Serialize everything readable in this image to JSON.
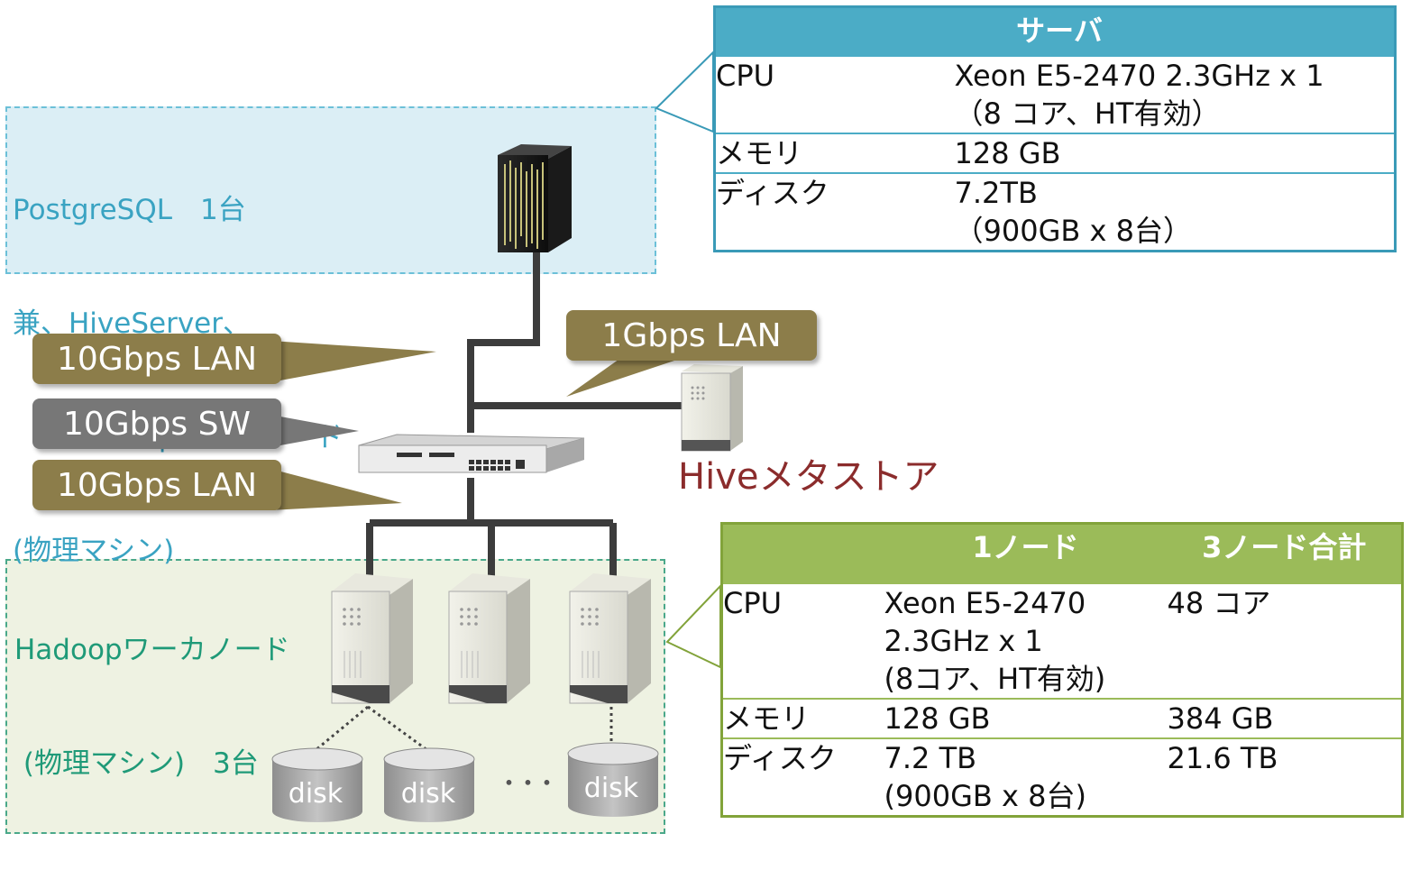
{
  "master_node": {
    "lines": [
      "PostgreSQL　1台",
      "兼、HiveServer、",
      "　　Hadoopマスタノード",
      "(物理マシン)"
    ]
  },
  "worker_nodes": {
    "lines": [
      "Hadoopワーカノード",
      " (物理マシン)　3台"
    ]
  },
  "callouts": {
    "lan_top": "10Gbps LAN",
    "switch": "10Gbps SW",
    "lan_bottom": "10Gbps LAN",
    "lan_1g": "1Gbps LAN"
  },
  "hive_metastore": "Hiveメタストア",
  "disks": {
    "label": "disk",
    "ellipsis": "･･･"
  },
  "server_table": {
    "header": "サーバ",
    "rows": [
      {
        "label": "CPU",
        "value": [
          "Xeon E5-2470 2.3GHz x 1",
          "（8 コア、HT有効）"
        ]
      },
      {
        "label": "メモリ",
        "value": [
          "128 GB"
        ]
      },
      {
        "label": "ディスク",
        "value": [
          "7.2TB",
          "（900GB x 8台）"
        ]
      }
    ]
  },
  "node_table": {
    "headers": [
      "",
      "1ノード",
      "3ノード合計"
    ],
    "rows": [
      {
        "label": "CPU",
        "node": [
          "Xeon E5-2470",
          "2.3GHz x 1",
          "(8コア、HT有効)"
        ],
        "total": [
          "48 コア"
        ]
      },
      {
        "label": "メモリ",
        "node": [
          "128 GB"
        ],
        "total": [
          "384 GB"
        ]
      },
      {
        "label": "ディスク",
        "node": [
          "7.2 TB",
          "(900GB x 8台)"
        ],
        "total": [
          "21.6 TB"
        ]
      }
    ]
  },
  "colors": {
    "server_header": "#4bacc6",
    "node_header": "#9bbb59",
    "callout_olive": "#8c7d4a",
    "callout_grey": "#777777",
    "hive_text": "#8b2c2c"
  }
}
